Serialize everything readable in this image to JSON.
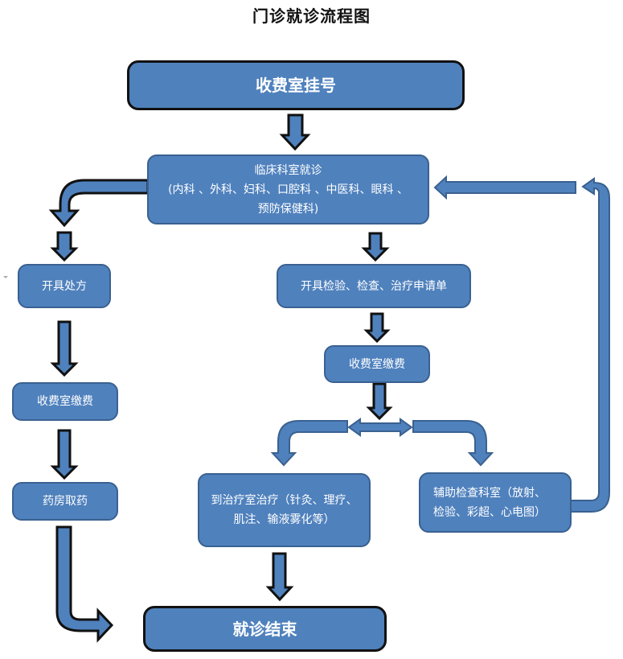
{
  "title": "门诊就诊流程图",
  "colors": {
    "box_fill": "#4f81bd",
    "box_border": "#3a6190",
    "arrow_outline": "#111111",
    "text": "#ffffff"
  },
  "nodes": {
    "registration": "收费室挂号",
    "clinic_visit": {
      "line1": "临床科室就诊",
      "line2": "(内科 、外科、妇科、口腔科 、中医科、眼科 、",
      "line3": "预防保健科)"
    },
    "prescription": "开具处方",
    "payment_left": "收费室缴费",
    "pharmacy": "药房取药",
    "test_request": "开具检验、检查、治疗申请单",
    "payment_right": "收费室缴费",
    "treatment": {
      "line1": "到治疗室治疗（针灸、理疗、",
      "line2": "肌注、输液雾化等）"
    },
    "auxiliary": {
      "line1": "辅助检查科室（放射、",
      "line2": "检验、彩超、心电图）"
    },
    "end": "就诊结束"
  }
}
